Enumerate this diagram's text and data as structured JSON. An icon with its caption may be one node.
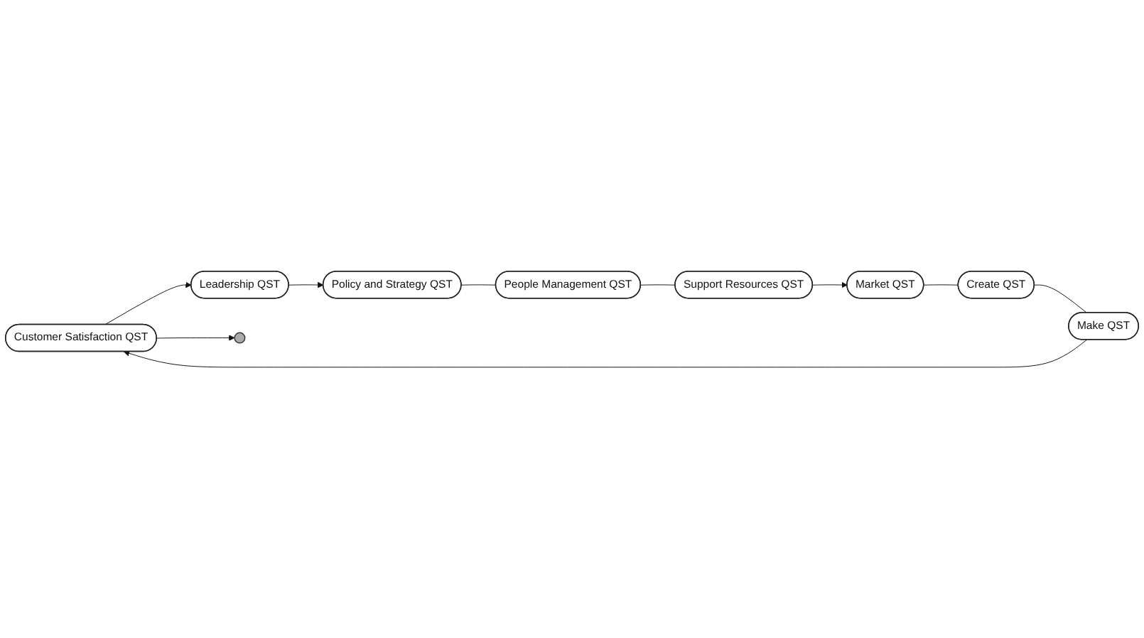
{
  "diagram": {
    "nodes": [
      {
        "text": [
          "Customer Satisfaction QST"
        ]
      },
      {
        "text": [
          "Leadership QST"
        ]
      },
      {
        "text": [
          "Policy and Strategy QST"
        ]
      },
      {
        "text": [
          "People Management QST"
        ]
      },
      {
        "text": [
          "Support Resources QST"
        ]
      },
      {
        "text": [
          "Market QST"
        ]
      },
      {
        "text": [
          "Create QST"
        ]
      },
      {
        "text": [
          "Make QST"
        ]
      },
      {
        "text": [],
        "shape": "circle"
      }
    ],
    "edges": [
      {
        "from": 0,
        "to": 1,
        "arrow": "to"
      },
      {
        "from": 1,
        "to": 2,
        "arrow": "to"
      },
      {
        "from": 2,
        "to": 3,
        "arrow": "none"
      },
      {
        "from": 3,
        "to": 4,
        "arrow": "none"
      },
      {
        "from": 4,
        "to": 5,
        "arrow": "to"
      },
      {
        "from": 5,
        "to": 6,
        "arrow": "none"
      },
      {
        "from": 6,
        "to": 7,
        "arrow": "none"
      },
      {
        "from": 7,
        "to": 0,
        "arrow": "to"
      },
      {
        "from": 0,
        "to": 8,
        "arrow": "to"
      }
    ]
  }
}
